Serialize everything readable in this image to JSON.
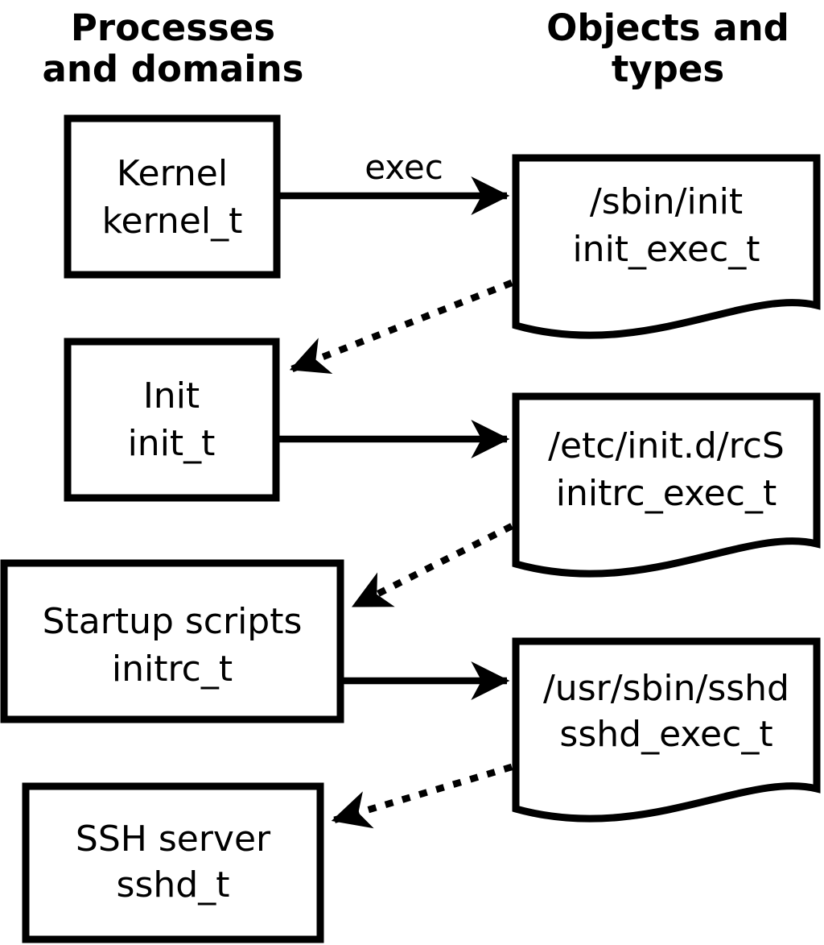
{
  "diagram": {
    "columns": {
      "left_heading_line1": "Processes",
      "left_heading_line2": "and domains",
      "right_heading_line1": "Objects and",
      "right_heading_line2": "types"
    },
    "processes": [
      {
        "name": "Kernel",
        "type": "kernel_t"
      },
      {
        "name": "Init",
        "type": "init_t"
      },
      {
        "name": "Startup scripts",
        "type": "initrc_t"
      },
      {
        "name": "SSH server",
        "type": "sshd_t"
      }
    ],
    "objects": [
      {
        "path": "/sbin/init",
        "type": "init_exec_t"
      },
      {
        "path": "/etc/init.d/rcS",
        "type": "initrc_exec_t"
      },
      {
        "path": "/usr/sbin/sshd",
        "type": "sshd_exec_t"
      }
    ],
    "edges": {
      "exec_label": "exec",
      "solid_arrow_meaning": "exec",
      "dotted_arrow_count": 3,
      "solid_arrow_count": 3
    },
    "colors": {
      "stroke": "#000000",
      "background": "#ffffff"
    }
  }
}
